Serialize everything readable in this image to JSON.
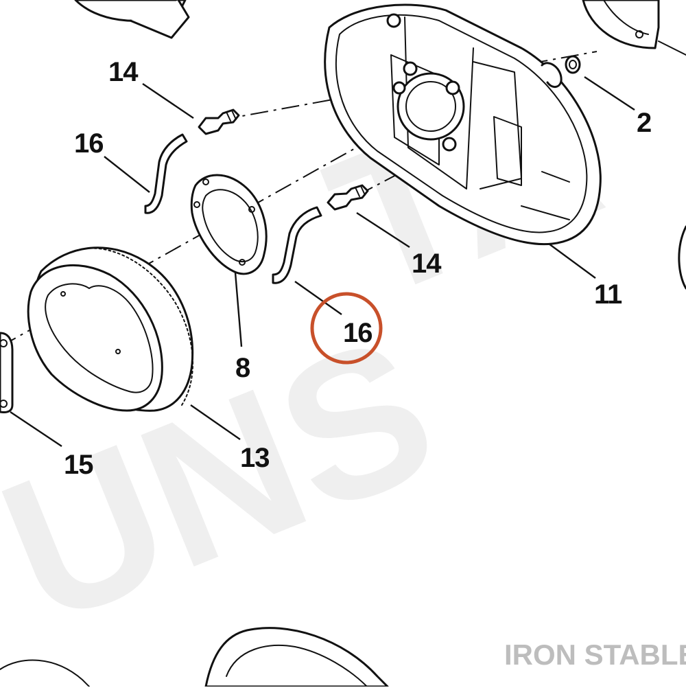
{
  "diagram": {
    "callouts": [
      {
        "id": "c-14-top",
        "label": "14"
      },
      {
        "id": "c-16-left",
        "label": "16"
      },
      {
        "id": "c-2",
        "label": "2"
      },
      {
        "id": "c-14-mid",
        "label": "14"
      },
      {
        "id": "c-11",
        "label": "11"
      },
      {
        "id": "c-16-highlight",
        "label": "16"
      },
      {
        "id": "c-8",
        "label": "8"
      },
      {
        "id": "c-15",
        "label": "15"
      },
      {
        "id": "c-13",
        "label": "13"
      }
    ],
    "highlighted_callout": "c-16-highlight",
    "highlight_color": "#c8502a"
  },
  "watermark": {
    "text": "IRON STABLE",
    "color": "#bdbdbd"
  }
}
